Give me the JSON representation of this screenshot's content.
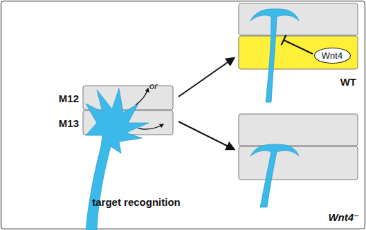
{
  "diagram": {
    "nodes": [
      {
        "text": [
          "M12"
        ]
      },
      {
        "text": [
          "M13"
        ]
      },
      {
        "text": [
          "Wnt4"
        ]
      }
    ],
    "labels": [
      "or",
      "target recognition",
      "WT",
      "Wnt4⁻"
    ]
  }
}
